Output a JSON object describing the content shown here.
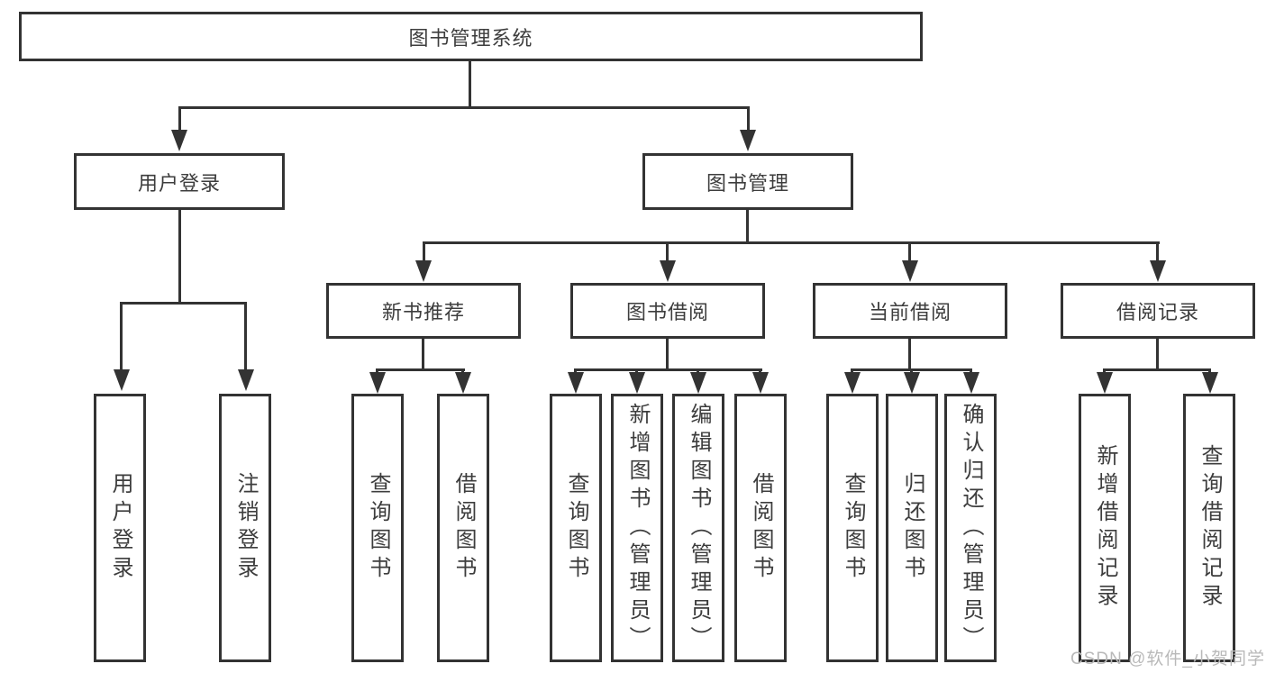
{
  "diagram": {
    "type": "tree",
    "root": {
      "label": "图书管理系统"
    },
    "branches": [
      {
        "label": "用户登录",
        "children": [
          {
            "label": "用户登录"
          },
          {
            "label": "注销登录"
          }
        ]
      },
      {
        "label": "图书管理",
        "children": [
          {
            "label": "新书推荐",
            "children": [
              {
                "label": "查询图书"
              },
              {
                "label": "借阅图书"
              }
            ]
          },
          {
            "label": "图书借阅",
            "children": [
              {
                "label": "查询图书"
              },
              {
                "label": "新增图书（管理员）"
              },
              {
                "label": "编辑图书（管理员）"
              },
              {
                "label": "借阅图书"
              }
            ]
          },
          {
            "label": "当前借阅",
            "children": [
              {
                "label": "查询图书"
              },
              {
                "label": "归还图书"
              },
              {
                "label": "确认归还（管理员）"
              }
            ]
          },
          {
            "label": "借阅记录",
            "children": [
              {
                "label": "新增借阅记录"
              },
              {
                "label": "查询借阅记录"
              }
            ]
          }
        ]
      }
    ],
    "watermark": "CSDN @软件_小贺同学",
    "colors": {
      "line": "#333333",
      "text": "#3d3d3d",
      "background": "#ffffff",
      "watermark": "#b9b9b9"
    }
  }
}
